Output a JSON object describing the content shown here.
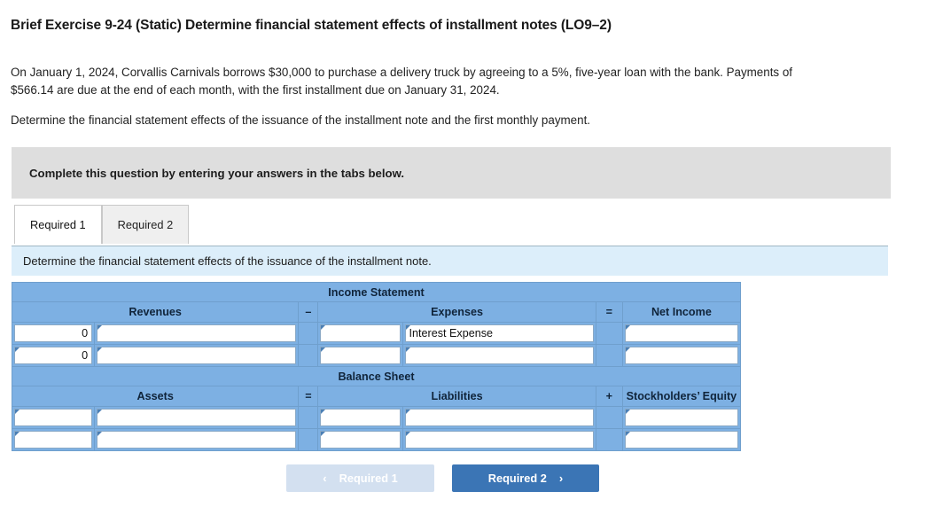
{
  "title": "Brief Exercise 9-24 (Static) Determine financial statement effects of installment notes (LO9–2)",
  "paragraphs": {
    "scenario": "On January 1, 2024, Corvallis Carnivals borrows $30,000 to purchase a delivery truck by agreeing to a 5%, five-year loan with the bank. Payments of $566.14 are due at the end of each month, with the first installment due on January 31, 2024.",
    "requirement": "Determine the financial statement effects of the issuance of the installment note and the first monthly payment."
  },
  "gray_banner": {
    "text": "Complete this question by entering your answers in the tabs below."
  },
  "tabs": [
    {
      "label": "Required 1",
      "active": true
    },
    {
      "label": "Required 2",
      "active": false
    }
  ],
  "blue_strip": {
    "text": "Determine the financial statement effects of the issuance of the installment note."
  },
  "table": {
    "income_statement": {
      "section_title": "Income Statement",
      "columns": [
        "Revenues",
        "Expenses",
        "Net Income"
      ],
      "operators": {
        "first": "–",
        "second": "="
      },
      "rows": [
        {
          "revenue_value": "0",
          "revenue_label": "",
          "expense_value": "",
          "expense_label": "Interest Expense",
          "net_income": ""
        },
        {
          "revenue_value": "0",
          "revenue_label": "",
          "expense_value": "",
          "expense_label": "",
          "net_income": ""
        }
      ]
    },
    "balance_sheet": {
      "section_title": "Balance Sheet",
      "columns": [
        "Assets",
        "Liabilities",
        "Stockholders’ Equity"
      ],
      "operators": {
        "first": "=",
        "second": "+"
      },
      "rows": [
        {
          "asset_value": "",
          "asset_label": "",
          "liability_value": "",
          "liability_label": "",
          "equity": ""
        },
        {
          "asset_value": "",
          "asset_label": "",
          "liability_value": "",
          "liability_label": "",
          "equity": ""
        }
      ]
    }
  },
  "footer": {
    "prev_label": "Required 1",
    "next_label": "Required 2",
    "prev_icon": "chevron-left-icon",
    "next_icon": "chevron-right-icon",
    "prev_chevron": "‹",
    "next_chevron": "›"
  },
  "colors": {
    "header_blue": "#7db0e3",
    "grid_blue": "#6f9fcd",
    "banner_gray": "#dedede",
    "strip_blue": "#dceefa",
    "button_active": "#3b75b5",
    "button_disabled": "#d3e0f0"
  }
}
